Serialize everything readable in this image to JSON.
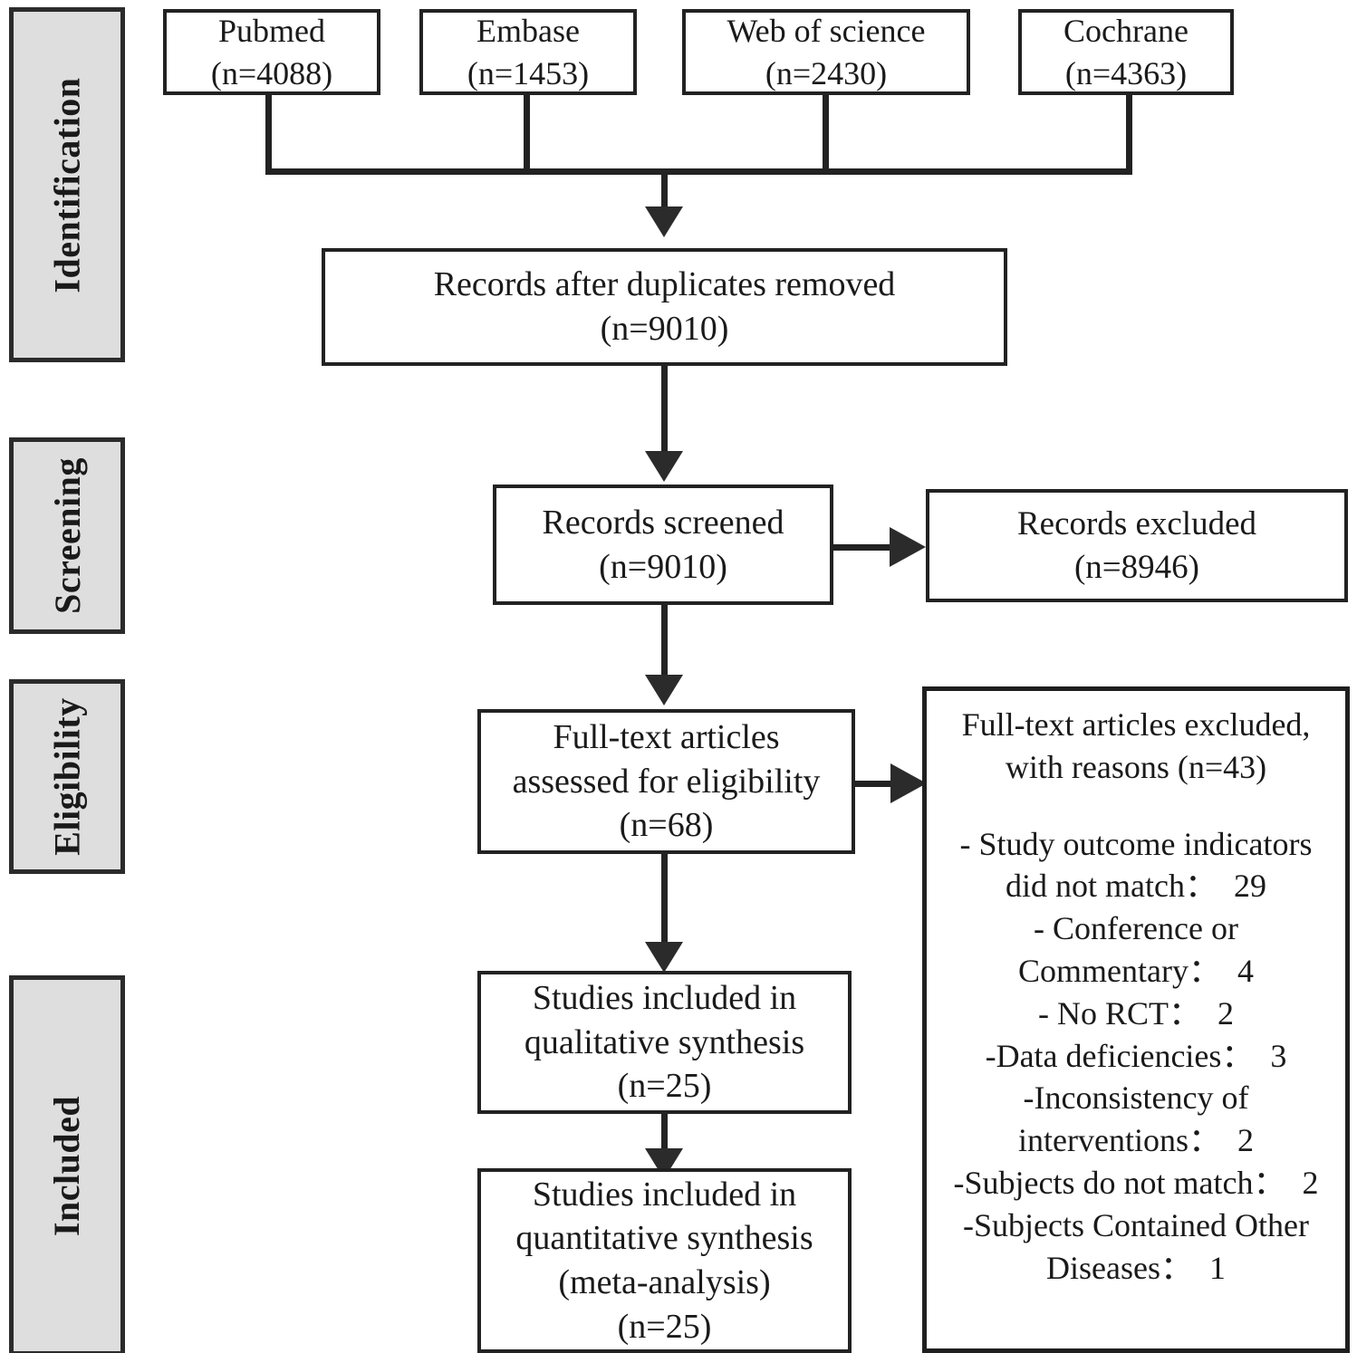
{
  "diagram": {
    "title": "PRISMA flow diagram",
    "colors": {
      "stage_fill": "#dedede",
      "stroke": "#222222",
      "box_fill": "#ffffff",
      "text": "#1a1a1a"
    }
  },
  "stages": [
    {
      "label": "Identification"
    },
    {
      "label": "Screening"
    },
    {
      "label": "Eligibility"
    },
    {
      "label": "Included"
    }
  ],
  "sources": [
    {
      "name": "Pubmed",
      "count": "(n=4088)"
    },
    {
      "name": "Embase",
      "count": "(n=1453)"
    },
    {
      "name": "Web of science",
      "count": "(n=2430)"
    },
    {
      "name": "Cochrane",
      "count": "(n=4363)"
    }
  ],
  "flow": {
    "duplicates_removed": {
      "line1": "Records after duplicates removed",
      "line2": "(n=9010)"
    },
    "records_screened": {
      "line1": "Records screened",
      "line2": "(n=9010)"
    },
    "records_excluded": {
      "line1": "Records excluded",
      "line2": "(n=8946)"
    },
    "full_text_assessed": {
      "line1": "Full-text articles",
      "line2": "assessed for eligibility",
      "line3": "(n=68)"
    },
    "qualitative": {
      "line1": "Studies included in",
      "line2": "qualitative synthesis",
      "line3": "(n=25)"
    },
    "quantitative": {
      "line1": "Studies included in",
      "line2": "quantitative synthesis",
      "line3": "(meta-analysis)",
      "line4": "(n=25)"
    }
  },
  "exclusions": {
    "header_line1": "Full-text articles excluded,",
    "header_line2": "with reasons (n=43)",
    "reasons": [
      {
        "line1": "- Study outcome indicators",
        "line2": "did not match：  29"
      },
      {
        "line1": "- Conference or",
        "line2": "Commentary：  4"
      },
      {
        "line1": "- No RCT：  2"
      },
      {
        "line1": "-Data deficiencies：  3"
      },
      {
        "line1": "-Inconsistency of",
        "line2": "interventions：  2"
      },
      {
        "line1": "-Subjects do not match：  2"
      },
      {
        "line1": "-Subjects Contained Other",
        "line2": "Diseases：  1"
      }
    ]
  }
}
